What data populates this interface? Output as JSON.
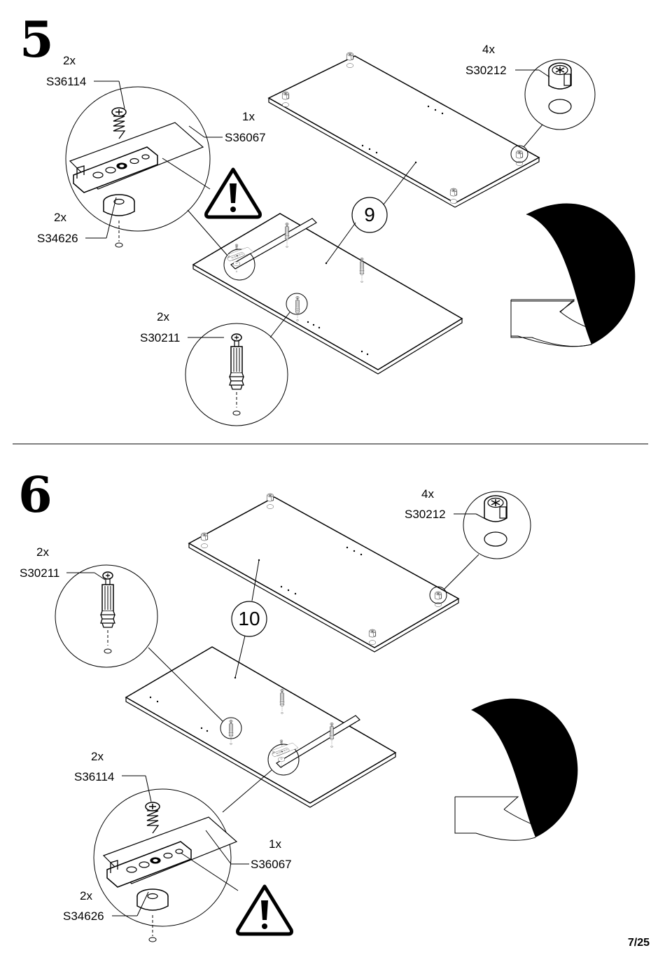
{
  "steps": [
    {
      "number": "5",
      "panel_label": "9",
      "parts": {
        "screw": {
          "qty": "2x",
          "code": "S36114"
        },
        "bracket": {
          "qty": "1x",
          "code": "S36067"
        },
        "washer": {
          "qty": "2x",
          "code": "S34626"
        },
        "dowel": {
          "qty": "2x",
          "code": "S30211"
        },
        "cam": {
          "qty": "4x",
          "code": "S30212"
        }
      }
    },
    {
      "number": "6",
      "panel_label": "10",
      "parts": {
        "dowel": {
          "qty": "2x",
          "code": "S30211"
        },
        "cam": {
          "qty": "4x",
          "code": "S30212"
        },
        "screw": {
          "qty": "2x",
          "code": "S36114"
        },
        "bracket": {
          "qty": "1x",
          "code": "S36067"
        },
        "washer": {
          "qty": "2x",
          "code": "S34626"
        }
      }
    }
  ],
  "page": "7/25",
  "icons": [
    "warning-icon",
    "rotate-arrow-icon"
  ]
}
